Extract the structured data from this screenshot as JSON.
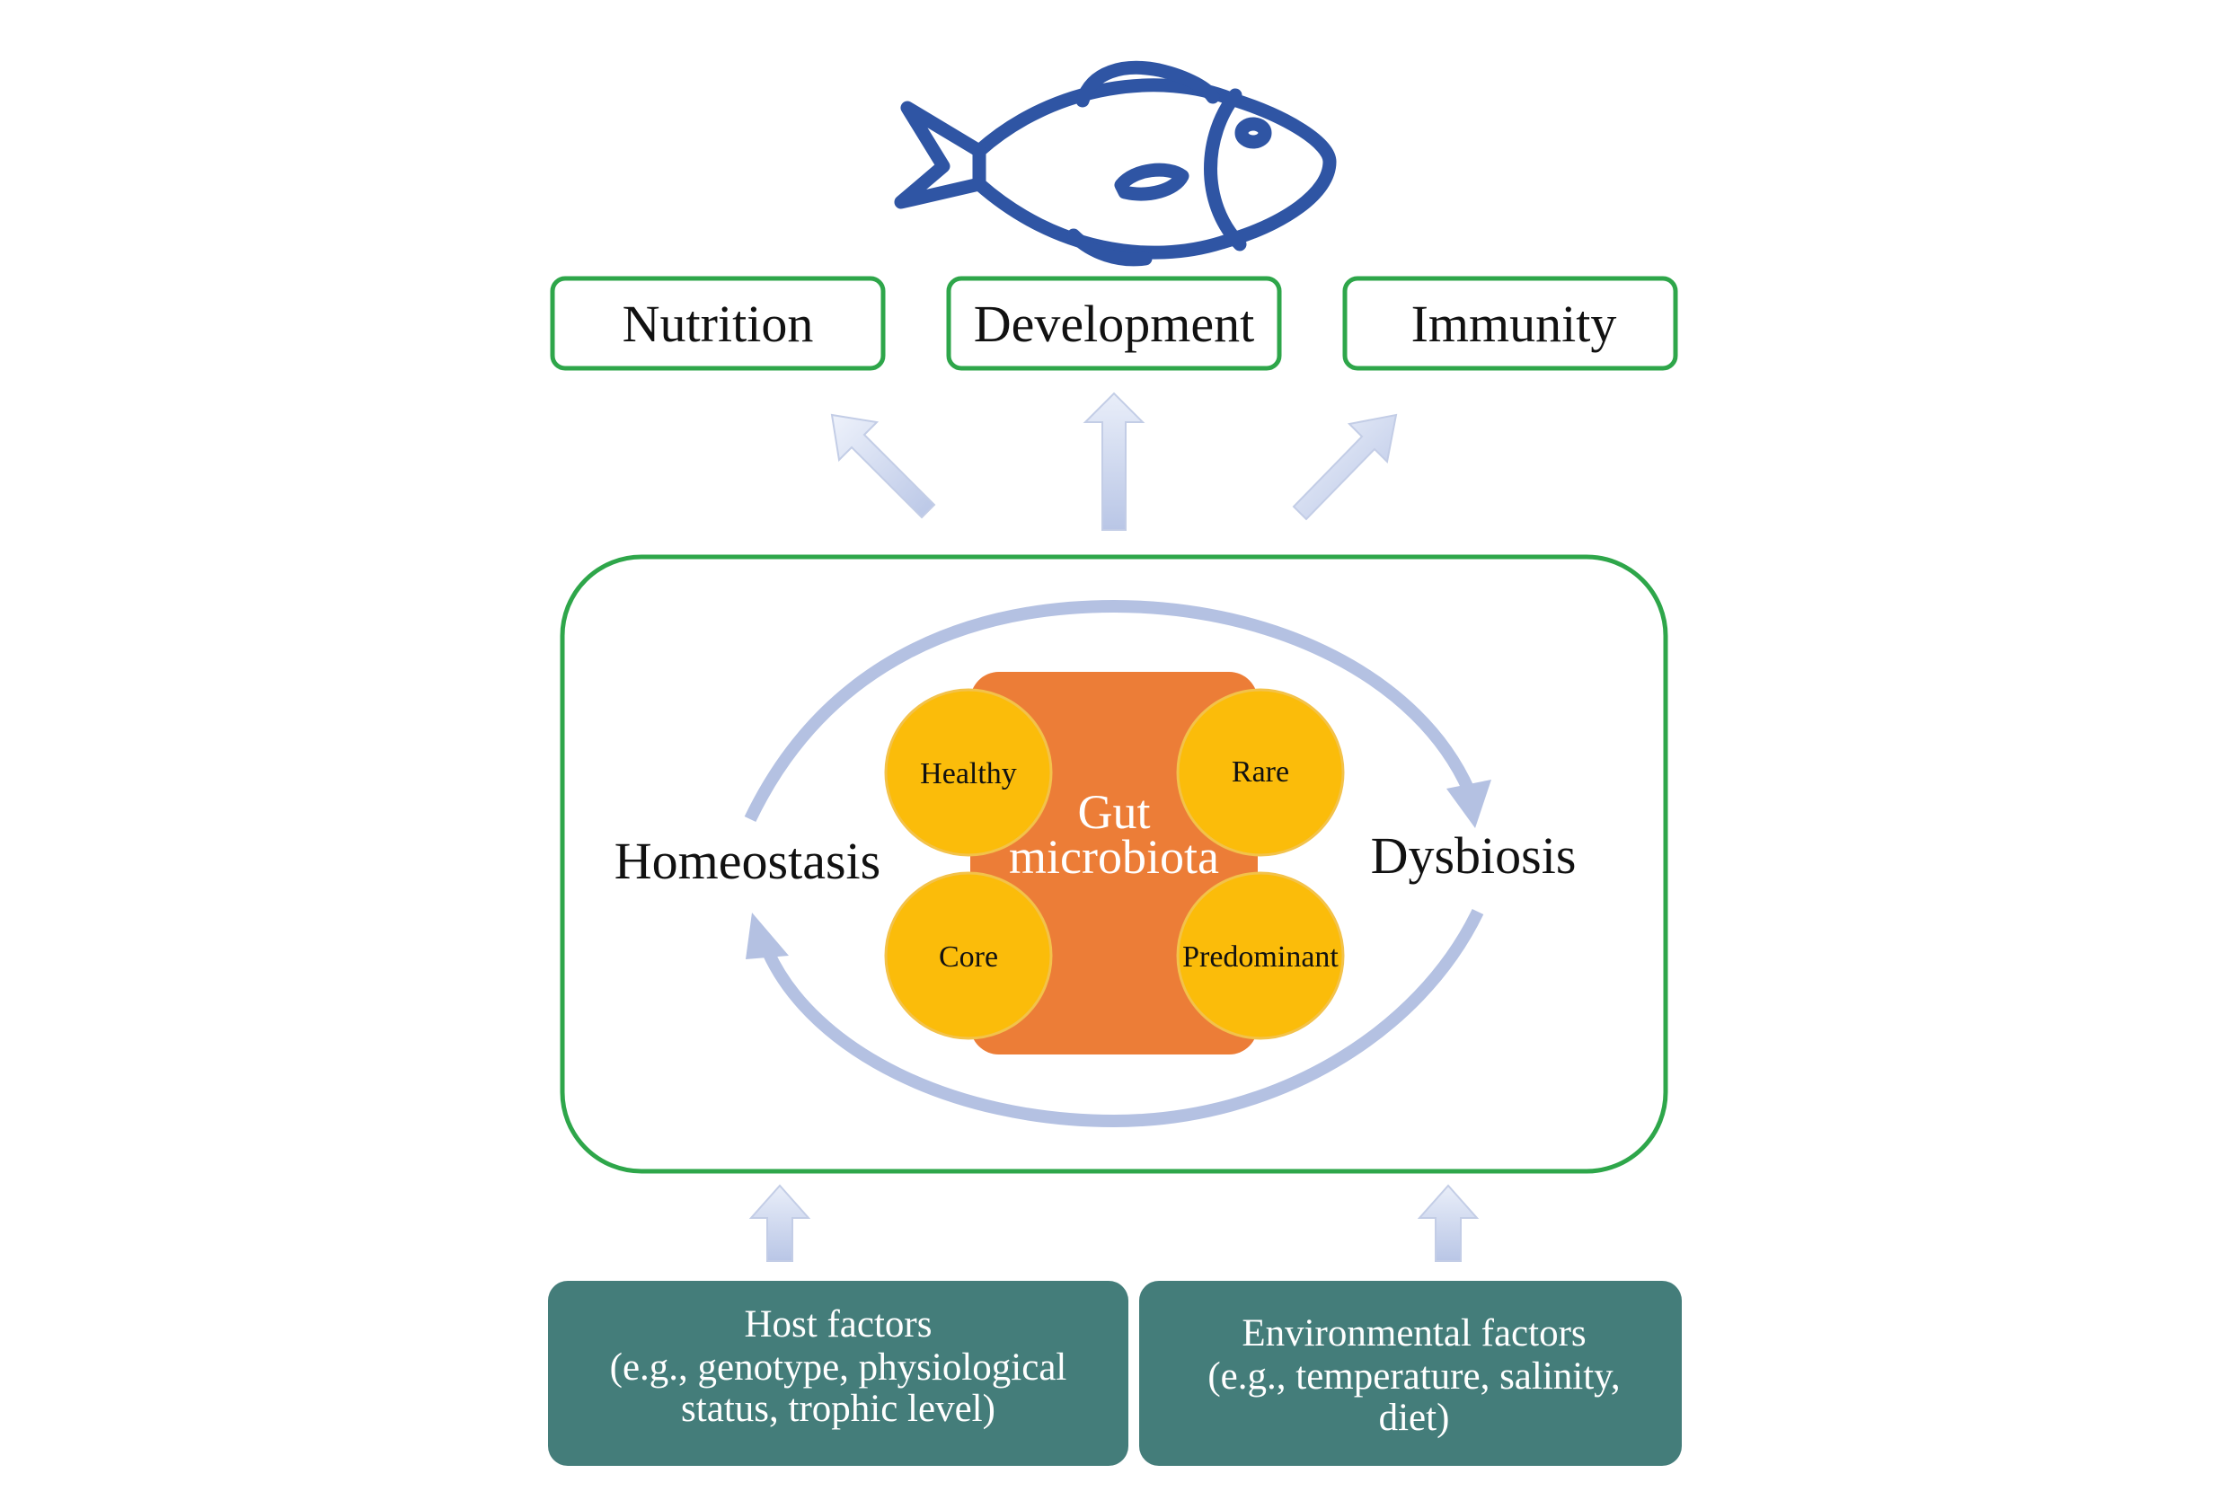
{
  "outcomes": {
    "nutrition": "Nutrition",
    "development": "Development",
    "immunity": "Immunity"
  },
  "states": {
    "left": "Homeostasis",
    "right": "Dysbiosis"
  },
  "center": {
    "line1": "Gut",
    "line2": "microbiota"
  },
  "circles": {
    "top_left": "Healthy",
    "top_right": "Rare",
    "bottom_left": "Core",
    "bottom_right": "Predominant"
  },
  "factors": {
    "host": {
      "line1": "Host factors",
      "line2": "(e.g., genotype, physiological",
      "line3": "status, trophic level)"
    },
    "environment": {
      "line1": "Environmental factors",
      "line2": "(e.g., temperature, salinity,",
      "line3": "diet)"
    }
  },
  "colors": {
    "fish_outline": "#2f55a4",
    "box_border": "#2ea64a",
    "arrow_fill": "#c5d0ec",
    "cycle_arrow": "#b4c1e2",
    "center_block": "#ec7d37",
    "circle_fill": "#fbbc0a",
    "factor_box": "#447d7a"
  },
  "icons": {
    "fish": "fish-icon"
  }
}
